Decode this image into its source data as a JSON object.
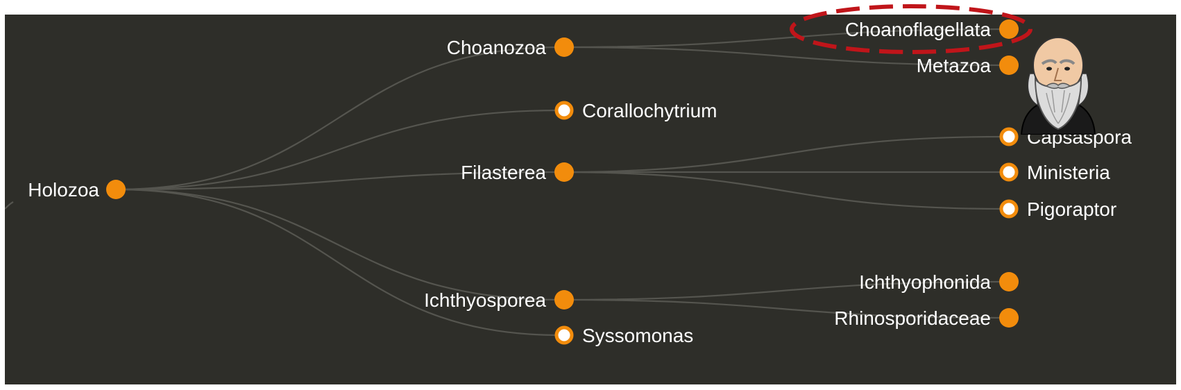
{
  "tree": {
    "root": "Holozoa",
    "nodes": [
      {
        "id": "holozoa",
        "label": "Holozoa",
        "kind": "collapsed"
      },
      {
        "id": "choanozoa",
        "label": "Choanozoa",
        "kind": "collapsed",
        "parent": "holozoa"
      },
      {
        "id": "corallochytrium",
        "label": "Corallochytrium",
        "kind": "leaf",
        "parent": "holozoa"
      },
      {
        "id": "filasterea",
        "label": "Filasterea",
        "kind": "collapsed",
        "parent": "holozoa"
      },
      {
        "id": "ichthyosporea",
        "label": "Ichthyosporea",
        "kind": "collapsed",
        "parent": "holozoa"
      },
      {
        "id": "syssomonas",
        "label": "Syssomonas",
        "kind": "leaf",
        "parent": "holozoa"
      },
      {
        "id": "choanoflagellata",
        "label": "Choanoflagellata",
        "kind": "collapsed",
        "parent": "choanozoa"
      },
      {
        "id": "metazoa",
        "label": "Metazoa",
        "kind": "collapsed",
        "parent": "choanozoa"
      },
      {
        "id": "capsaspora",
        "label": "Capsaspora",
        "kind": "leaf",
        "parent": "filasterea"
      },
      {
        "id": "ministeria",
        "label": "Ministeria",
        "kind": "leaf",
        "parent": "filasterea"
      },
      {
        "id": "pigoraptor",
        "label": "Pigoraptor",
        "kind": "leaf",
        "parent": "filasterea"
      },
      {
        "id": "ichthyophonida",
        "label": "Ichthyophonida",
        "kind": "collapsed",
        "parent": "ichthyosporea"
      },
      {
        "id": "rhinosporidaceae",
        "label": "Rhinosporidaceae",
        "kind": "collapsed",
        "parent": "ichthyosporea"
      }
    ],
    "highlighted": "choanoflagellata"
  },
  "colors": {
    "background": "#2e2e29",
    "link": "#55554f",
    "node": "#f28c0c",
    "label": "#ffffff",
    "highlight": "#c0151a"
  },
  "icons": {
    "highlight": "dashed-ellipse-highlight",
    "portrait": "bearded-naturalist-portrait"
  }
}
